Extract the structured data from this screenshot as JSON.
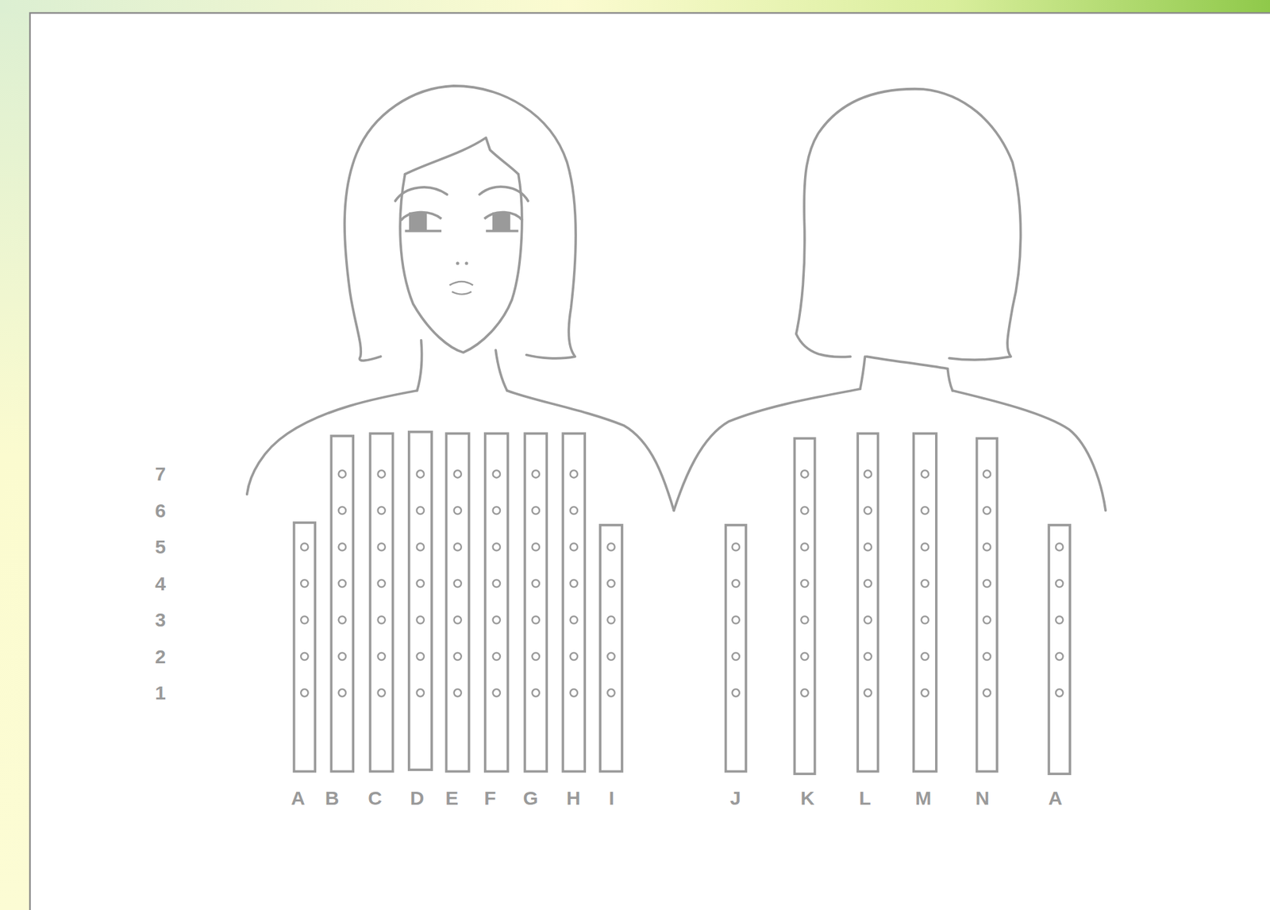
{
  "diagram": {
    "labels": [
      "7",
      "6",
      "5",
      "4",
      "3",
      "2",
      "1",
      "A",
      "B",
      "C",
      "D",
      "E",
      "F",
      "G",
      "H",
      "I",
      "J",
      "K",
      "L",
      "M",
      "N",
      "A"
    ]
  }
}
